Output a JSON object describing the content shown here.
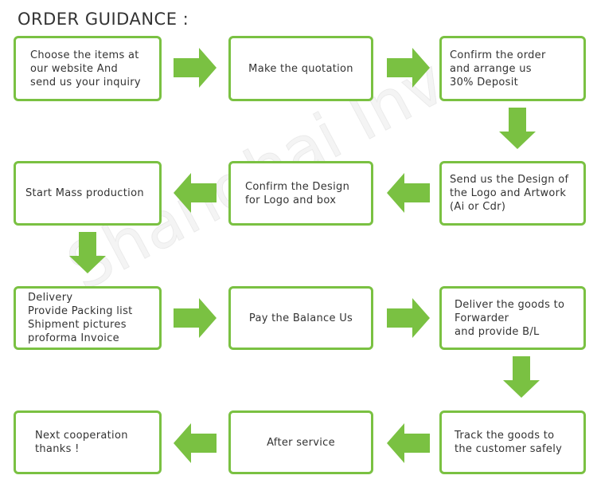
{
  "title": "ORDER GUIDANCE :",
  "watermark": "Shanghai Inva",
  "accent_color": "#7ac142",
  "steps": [
    {
      "text": "Choose the items at\nour website And\nsend us your inquiry"
    },
    {
      "text": "Make the quotation"
    },
    {
      "text": "Confirm the order\nand arrange us\n30% Deposit"
    },
    {
      "text": "Send us the Design of\nthe Logo and Artwork\n(Ai or Cdr)"
    },
    {
      "text": "Confirm the Design\nfor Logo and box"
    },
    {
      "text": "Start Mass production"
    },
    {
      "text": "Delivery\nProvide Packing list\nShipment pictures\nproforma Invoice"
    },
    {
      "text": "Pay the Balance Us"
    },
    {
      "text": "Deliver the goods to\nForwarder\nand provide B/L"
    },
    {
      "text": "Track the goods to\nthe customer safely"
    },
    {
      "text": "After service"
    },
    {
      "text": "Next cooperation\nthanks !"
    }
  ]
}
